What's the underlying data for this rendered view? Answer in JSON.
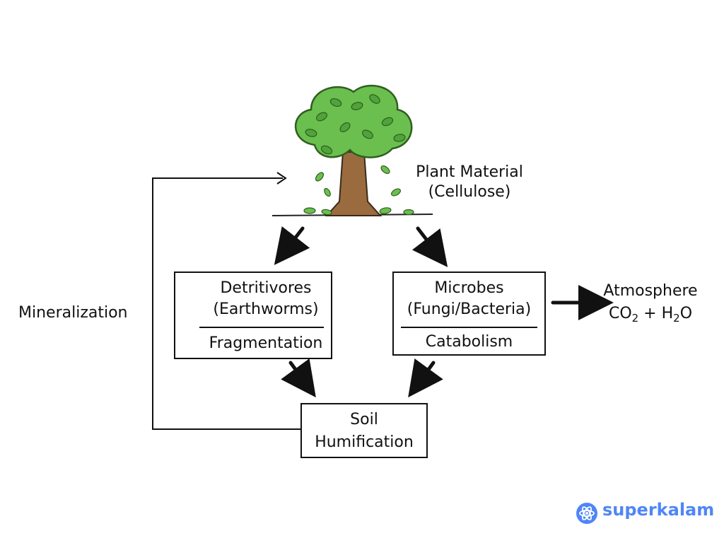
{
  "nodes": {
    "plant_material": {
      "line1": "Plant Material",
      "line2": "(Cellulose)"
    },
    "detritivores": {
      "line1": "Detritivores",
      "line2": "(Earthworms)",
      "process": "Fragmentation"
    },
    "microbes": {
      "line1": "Microbes",
      "line2": "(Fungi/Bacteria)",
      "process": "Catabolism"
    },
    "soil": {
      "line1": "Soil",
      "line2": "Humification"
    },
    "atmosphere": {
      "line1": "Atmosphere",
      "co": "CO",
      "sub2a": "2",
      "plus": " + H",
      "sub2b": "2",
      "o": "O"
    }
  },
  "loop_label": "Mineralization",
  "brand": {
    "name": "superkalam",
    "color": "#4f86f7"
  },
  "colors": {
    "leaf": "#6bbf4e",
    "leaf_dark": "#3f8f2e",
    "trunk": "#9a6b3f",
    "worm": "#c98a5e"
  }
}
